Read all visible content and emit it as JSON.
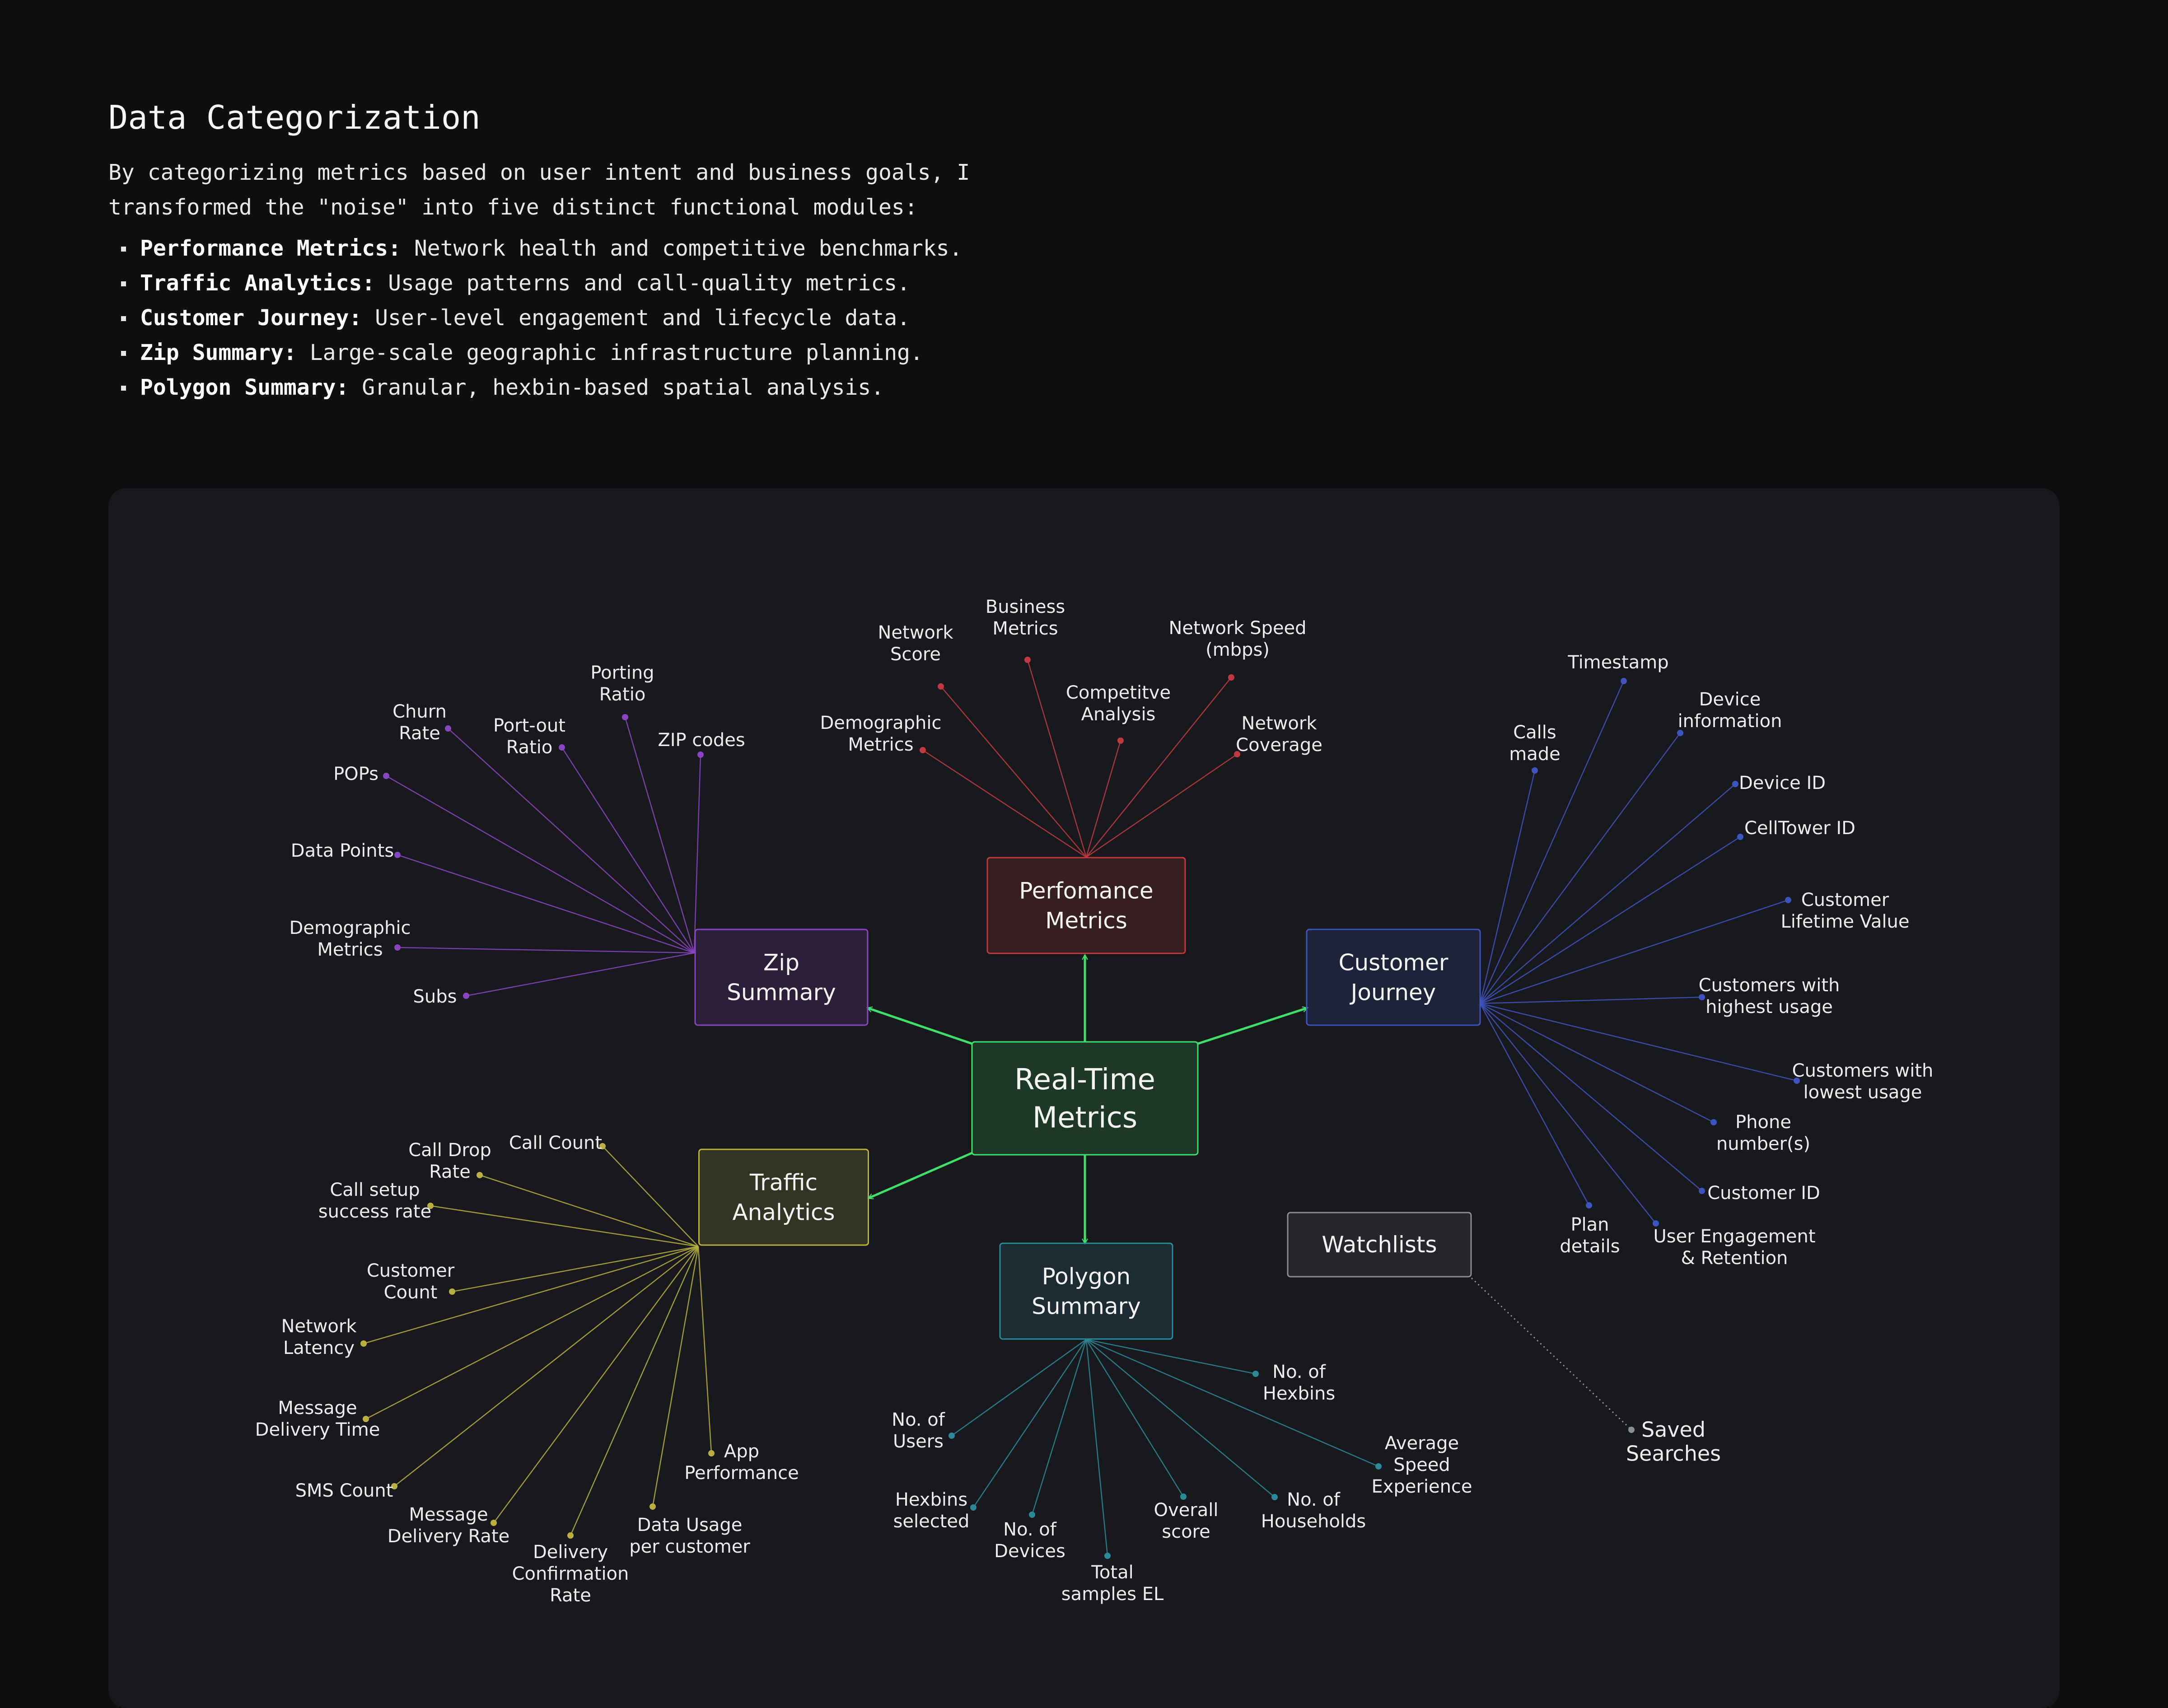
{
  "header": {
    "title": "Data Categorization",
    "description": "By categorizing metrics based on user intent and business goals, I\ntransformed the \"noise\" into five distinct functional modules:",
    "bullets": [
      {
        "term": "Performance Metrics:",
        "text": " Network health and competitive benchmarks."
      },
      {
        "term": "Traffic Analytics:",
        "text": " Usage patterns and call-quality metrics."
      },
      {
        "term": "Customer Journey:",
        "text": " User-level engagement and lifecycle data."
      },
      {
        "term": "Zip Summary:",
        "text": " Large-scale geographic infrastructure planning."
      },
      {
        "term": "Polygon Summary:",
        "text": " Granular, hexbin-based spatial analysis."
      }
    ]
  },
  "diagram": {
    "center": {
      "label": [
        "Real-Time",
        "Metrics"
      ],
      "color": "#3ee06a"
    },
    "modules": [
      {
        "id": "performance",
        "label": [
          "Perfomance",
          "Metrics"
        ],
        "color": "#c0393f",
        "items": [
          {
            "label": [
              "Network",
              "Score"
            ]
          },
          {
            "label": [
              "Business",
              "Metrics"
            ]
          },
          {
            "label": [
              "Network Speed",
              "(mbps)"
            ]
          },
          {
            "label": [
              "Competitve",
              "Analysis"
            ]
          },
          {
            "label": [
              "Demographic",
              "Metrics"
            ]
          },
          {
            "label": [
              "Network",
              "Coverage"
            ]
          }
        ]
      },
      {
        "id": "zip",
        "label": [
          "Zip",
          "Summary"
        ],
        "color": "#8a44c2",
        "items": [
          {
            "label": [
              "Churn",
              "Rate"
            ]
          },
          {
            "label": [
              "Porting",
              "Ratio"
            ]
          },
          {
            "label": [
              "Port-out",
              "Ratio"
            ]
          },
          {
            "label": [
              "ZIP codes"
            ]
          },
          {
            "label": [
              "POPs"
            ]
          },
          {
            "label": [
              "Data Points"
            ]
          },
          {
            "label": [
              "Demographic",
              "Metrics"
            ]
          },
          {
            "label": [
              "Subs"
            ]
          }
        ]
      },
      {
        "id": "customer",
        "label": [
          "Customer",
          "Journey"
        ],
        "color": "#3d54c0",
        "items": [
          {
            "label": [
              "Timestamp"
            ]
          },
          {
            "label": [
              "Calls",
              "made"
            ]
          },
          {
            "label": [
              "Device",
              "information"
            ]
          },
          {
            "label": [
              "Device ID"
            ]
          },
          {
            "label": [
              "CellTower ID"
            ]
          },
          {
            "label": [
              "Customer",
              "Lifetime Value"
            ]
          },
          {
            "label": [
              "Customers with",
              "highest usage"
            ]
          },
          {
            "label": [
              "Customers with",
              "lowest usage"
            ]
          },
          {
            "label": [
              "Phone",
              "number(s)"
            ]
          },
          {
            "label": [
              "Customer ID"
            ]
          },
          {
            "label": [
              "Plan",
              "details"
            ]
          },
          {
            "label": [
              "User Engagement",
              "& Retention"
            ]
          }
        ]
      },
      {
        "id": "traffic",
        "label": [
          "Traffic",
          "Analytics"
        ],
        "color": "#b9b040",
        "items": [
          {
            "label": [
              "Call Count"
            ]
          },
          {
            "label": [
              "Call Drop",
              "Rate"
            ]
          },
          {
            "label": [
              "Call setup",
              "success rate"
            ]
          },
          {
            "label": [
              "Customer",
              "Count"
            ]
          },
          {
            "label": [
              "Network",
              "Latency"
            ]
          },
          {
            "label": [
              "Message",
              "Delivery Time"
            ]
          },
          {
            "label": [
              "SMS Count"
            ]
          },
          {
            "label": [
              "Message",
              "Delivery Rate"
            ]
          },
          {
            "label": [
              "Delivery",
              "Confirmation",
              "Rate"
            ]
          },
          {
            "label": [
              "Data Usage",
              "per customer"
            ]
          },
          {
            "label": [
              "App",
              "Performance"
            ]
          }
        ]
      },
      {
        "id": "polygon",
        "label": [
          "Polygon",
          "Summary"
        ],
        "color": "#2a8a99",
        "items": [
          {
            "label": [
              "No. of",
              "Hexbins"
            ]
          },
          {
            "label": [
              "Average",
              "Speed",
              "Experience"
            ]
          },
          {
            "label": [
              "No. of",
              "Users"
            ]
          },
          {
            "label": [
              "Hexbins",
              "selected"
            ]
          },
          {
            "label": [
              "No. of",
              "Devices"
            ]
          },
          {
            "label": [
              "Total",
              "samples EL"
            ]
          },
          {
            "label": [
              "Overall",
              "score"
            ]
          },
          {
            "label": [
              "No. of",
              "Households"
            ]
          }
        ]
      }
    ],
    "watchlists": {
      "label": "Watchlists",
      "color": "#8a8d94",
      "item": {
        "label": [
          "Saved",
          "Searches"
        ]
      }
    }
  }
}
